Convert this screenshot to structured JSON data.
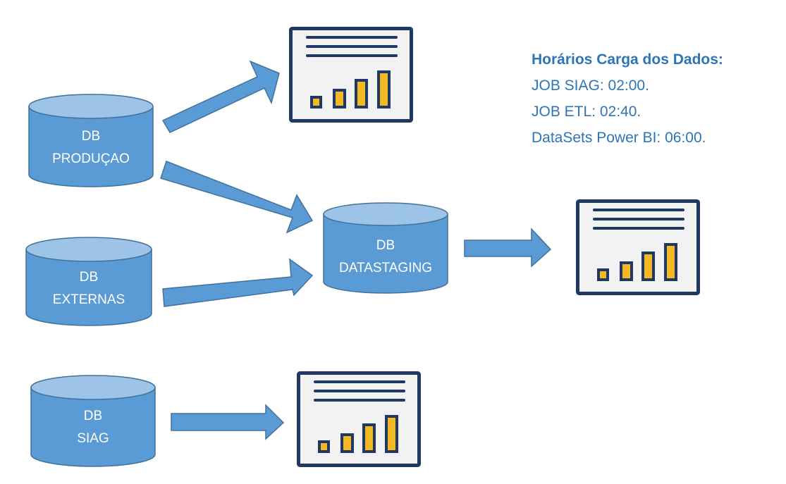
{
  "colors": {
    "cylinder_body": "#5b9bd5",
    "cylinder_top": "#9dc3e6",
    "cylinder_edge": "#41719c",
    "arrow_fill": "#5b9bd5",
    "report_frame": "#1f3864",
    "report_panel": "#f2f2f2",
    "report_bar": "#f4b822",
    "legend_text": "#2e75b6"
  },
  "databases": {
    "producao": {
      "line1": "DB",
      "line2": "PRODUÇAO"
    },
    "externas": {
      "line1": "DB",
      "line2": "EXTERNAS"
    },
    "siag": {
      "line1": "DB",
      "line2": "SIAG"
    },
    "datastaging": {
      "line1": "DB",
      "line2": "DATASTAGING"
    }
  },
  "reports": [
    {
      "icon": "report-chart-icon",
      "source": "DB PRODUÇAO"
    },
    {
      "icon": "report-chart-icon",
      "source": "DB DATASTAGING"
    },
    {
      "icon": "report-chart-icon",
      "source": "DB SIAG"
    }
  ],
  "legend": {
    "title": "Horários Carga dos Dados:",
    "lines": [
      "JOB SIAG: 02:00.",
      "JOB ETL: 02:40.",
      "DataSets Power BI: 06:00."
    ]
  }
}
